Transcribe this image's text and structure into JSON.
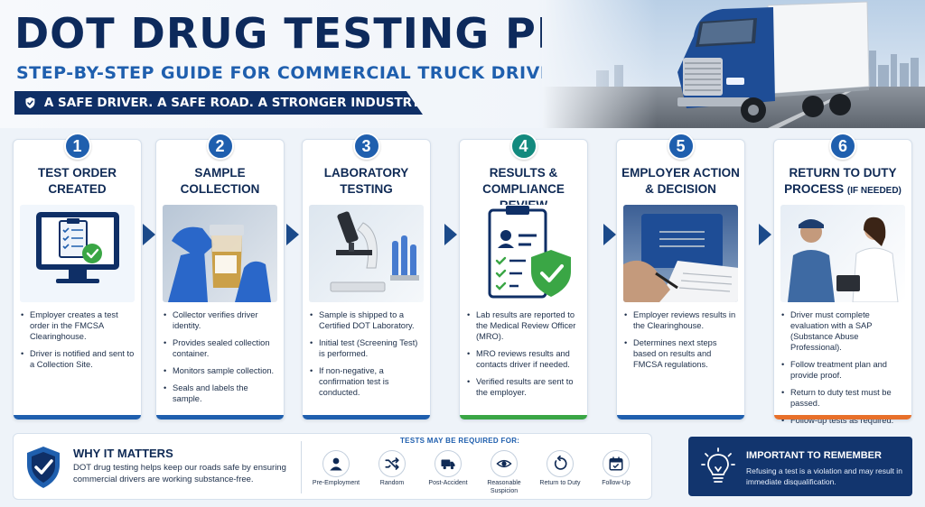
{
  "header": {
    "title": "DOT DRUG TESTING PROCESS",
    "subtitle": "STEP-BY-STEP GUIDE FOR COMMERCIAL TRUCK DRIVERS",
    "banner": "A SAFE DRIVER. A SAFE ROAD. A STRONGER INDUSTRY."
  },
  "colors": {
    "navy": "#0f2f66",
    "blue": "#1f5fae",
    "teal": "#138a7e",
    "green": "#3aa645",
    "orange": "#e8702a"
  },
  "steps": [
    {
      "number": "1",
      "title_line1": "TEST ORDER",
      "title_line2": "CREATED",
      "icon": "computer-checklist-icon",
      "bullets": [
        "Employer creates a test order in the FMCSA Clearinghouse.",
        "Driver is notified and sent to a Collection Site."
      ]
    },
    {
      "number": "2",
      "title_line1": "SAMPLE",
      "title_line2": "COLLECTION",
      "icon": "specimen-cup-photo",
      "bullets": [
        "Collector verifies driver identity.",
        "Provides sealed collection container.",
        "Monitors sample collection.",
        "Seals and labels the sample."
      ]
    },
    {
      "number": "3",
      "title_line1": "LABORATORY",
      "title_line2": "TESTING",
      "icon": "microscope-photo",
      "bullets": [
        "Sample is shipped to a Certified DOT Laboratory.",
        "Initial test (Screening Test) is performed.",
        "If non-negative, a confirmation test is conducted."
      ]
    },
    {
      "number": "4",
      "title_line1": "RESULTS & COMPLIANCE",
      "title_line2": "REVIEW",
      "icon": "clipboard-shield-icon",
      "bullets": [
        "Lab results are reported to the Medical Review Officer (MRO).",
        "MRO reviews results and contacts driver if needed.",
        "Verified results are sent to the employer."
      ]
    },
    {
      "number": "5",
      "title_line1": "EMPLOYER ACTION",
      "title_line2": "& DECISION",
      "icon": "signing-document-photo",
      "bullets": [
        "Employer reviews results in the Clearinghouse.",
        "Determines next steps based on results and FMCSA regulations."
      ]
    },
    {
      "number": "6",
      "title_line1": "RETURN TO DUTY",
      "title_line2": "PROCESS",
      "title_suffix": "(IF NEEDED)",
      "icon": "consultation-photo",
      "bullets": [
        "Driver must complete evaluation with a SAP (Substance Abuse Professional).",
        "Follow treatment plan and provide proof.",
        "Return to duty test must be passed.",
        "Follow-up tests as required."
      ]
    }
  ],
  "why": {
    "title": "WHY IT MATTERS",
    "text": "DOT drug testing helps keep our roads safe by ensuring commercial drivers are working substance-free."
  },
  "tests": {
    "title": "TESTS MAY BE REQUIRED FOR:",
    "items": [
      {
        "label": "Pre-Employment",
        "icon": "person-icon"
      },
      {
        "label": "Random",
        "icon": "shuffle-icon"
      },
      {
        "label": "Post-Accident",
        "icon": "truck-icon"
      },
      {
        "label": "Reasonable Suspicion",
        "icon": "eye-icon"
      },
      {
        "label": "Return to Duty",
        "icon": "return-arrow-icon"
      },
      {
        "label": "Follow-Up",
        "icon": "calendar-icon"
      }
    ]
  },
  "important": {
    "title": "IMPORTANT TO REMEMBER",
    "text": "Refusing a test is a violation and may result in immediate disqualification.",
    "icon": "lightbulb-icon"
  }
}
